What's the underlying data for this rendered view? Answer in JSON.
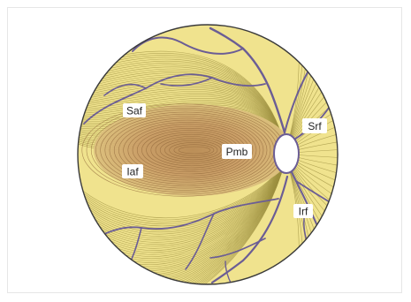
{
  "labels": {
    "saf": "Saf",
    "pmb": "Pmb",
    "srf": "Srf",
    "iaf": "Iaf",
    "irf": "Irf"
  },
  "colors": {
    "retina_fill": "#f0e38e",
    "fiber_line": "#9c8f3f",
    "macula_fill": "#c79a65",
    "macula_fiber": "#946a3f",
    "vessel": "#6b5d95",
    "outline": "#3a3a3a",
    "disc_fill": "#ffffff"
  }
}
